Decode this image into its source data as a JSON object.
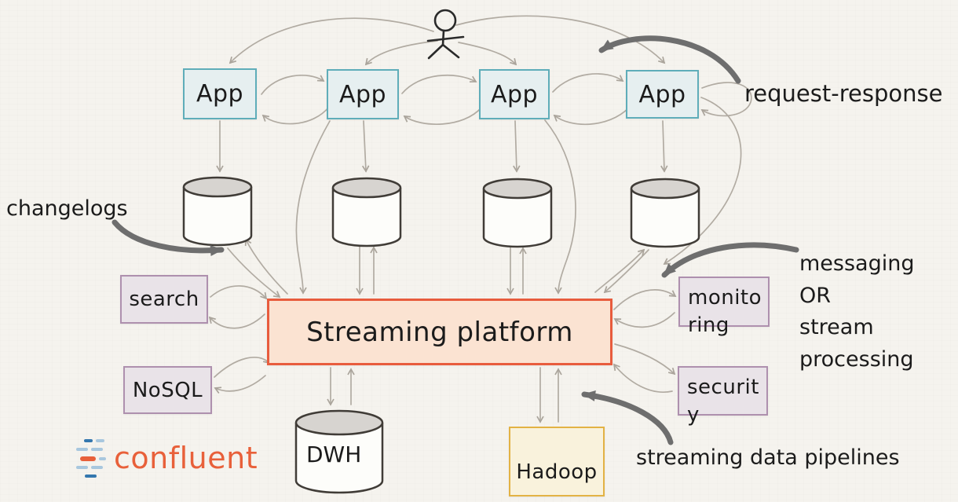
{
  "diagram": {
    "title_context": "streaming platform architecture sketch",
    "nodes": {
      "apps": [
        {
          "label": "App"
        },
        {
          "label": "App"
        },
        {
          "label": "App"
        },
        {
          "label": "App"
        }
      ],
      "streaming_platform": {
        "label": "Streaming platform"
      },
      "search": {
        "label": "search"
      },
      "nosql": {
        "label": "NoSQL"
      },
      "monitoring": {
        "label": "monitoring"
      },
      "security": {
        "label": "security"
      },
      "dwh": {
        "label": "DWH"
      },
      "hadoop": {
        "label": "Hadoop"
      }
    },
    "annotations": {
      "request_response": "request-response",
      "changelogs": "changelogs",
      "messaging_or_stream_processing": "messaging\n OR\nstream\nprocessing",
      "streaming_data_pipelines": "streaming data pipelines"
    },
    "logo": {
      "text": "confluent"
    },
    "icons": [
      "user-stick-figure",
      "database-cylinder"
    ],
    "colors": {
      "background": "#f5f3ee",
      "app_fill": "#e6eff0",
      "app_border": "#5fadb9",
      "platform_fill": "#fbe3d2",
      "platform_border": "#e85c3d",
      "side_box_fill": "#e9e3e8",
      "side_box_border": "#ae90ae",
      "hadoop_fill": "#f9f2dc",
      "hadoop_border": "#e3b244",
      "cylinder_top": "#d7d4d0",
      "cylinder_stroke": "#403c37",
      "connector_gray": "#b1aba2",
      "annotation_arrow_gray": "#6e6e6e",
      "ink": "#1b1b1b",
      "logo_orange": "#e8603a",
      "logo_blue": "#3477ae",
      "logo_light_blue": "#a8c7de"
    }
  }
}
